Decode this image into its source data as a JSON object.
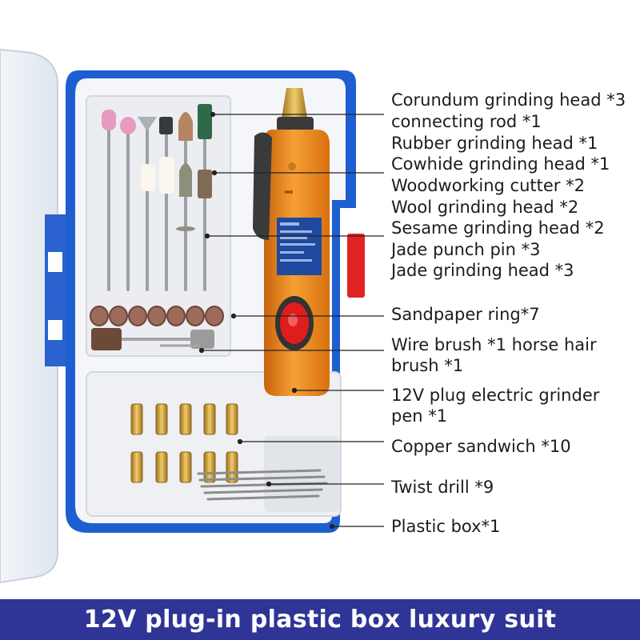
{
  "callouts": {
    "corundum": "Corundum grinding head *3",
    "connecting_rod": "connecting rod *1",
    "rubber": "Rubber grinding head *1",
    "cowhide": "Cowhide grinding head *1",
    "woodworking": "Woodworking cutter *2",
    "wool": "Wool grinding head *2",
    "sesame": "Sesame grinding head *2",
    "jade_pin": "Jade punch pin *3",
    "jade_head": "Jade grinding head *3",
    "sandpaper": "Sandpaper ring*7",
    "wire_brush": "Wire brush *1 horse hair brush *1",
    "grinder_pen": "12V plug electric grinder pen *1",
    "copper": "Copper sandwich *10",
    "twist_drill": "Twist drill *9",
    "plastic_box": "Plastic box*1"
  },
  "banner": {
    "title": "12V plug-in plastic box luxury suit"
  },
  "colors": {
    "box_blue": "#1d5fd1",
    "banner_blue": "#2f3596",
    "pen_orange": "#f08a1e",
    "switch_red": "#e01d1d",
    "brass": "#c99a3c"
  }
}
